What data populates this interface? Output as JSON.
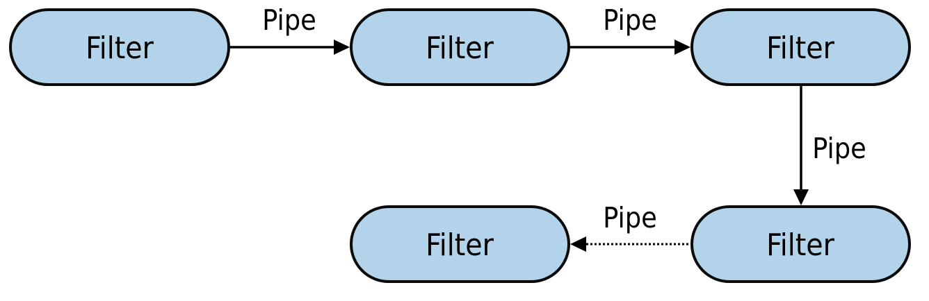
{
  "nodes": [
    {
      "id": "n1",
      "label": "Filter"
    },
    {
      "id": "n2",
      "label": "Filter"
    },
    {
      "id": "n3",
      "label": "Filter"
    },
    {
      "id": "n4",
      "label": "Filter"
    },
    {
      "id": "n5",
      "label": "Filter"
    }
  ],
  "edges": [
    {
      "from": "n1",
      "to": "n2",
      "label": "Pipe",
      "style": "solid"
    },
    {
      "from": "n2",
      "to": "n3",
      "label": "Pipe",
      "style": "solid"
    },
    {
      "from": "n3",
      "to": "n4",
      "label": "Pipe",
      "style": "solid"
    },
    {
      "from": "n4",
      "to": "n5",
      "label": "Pipe",
      "style": "dotted"
    }
  ],
  "colors": {
    "node_fill": "#b3d3ea",
    "node_stroke": "#0a0a0a",
    "edge": "#000000"
  }
}
